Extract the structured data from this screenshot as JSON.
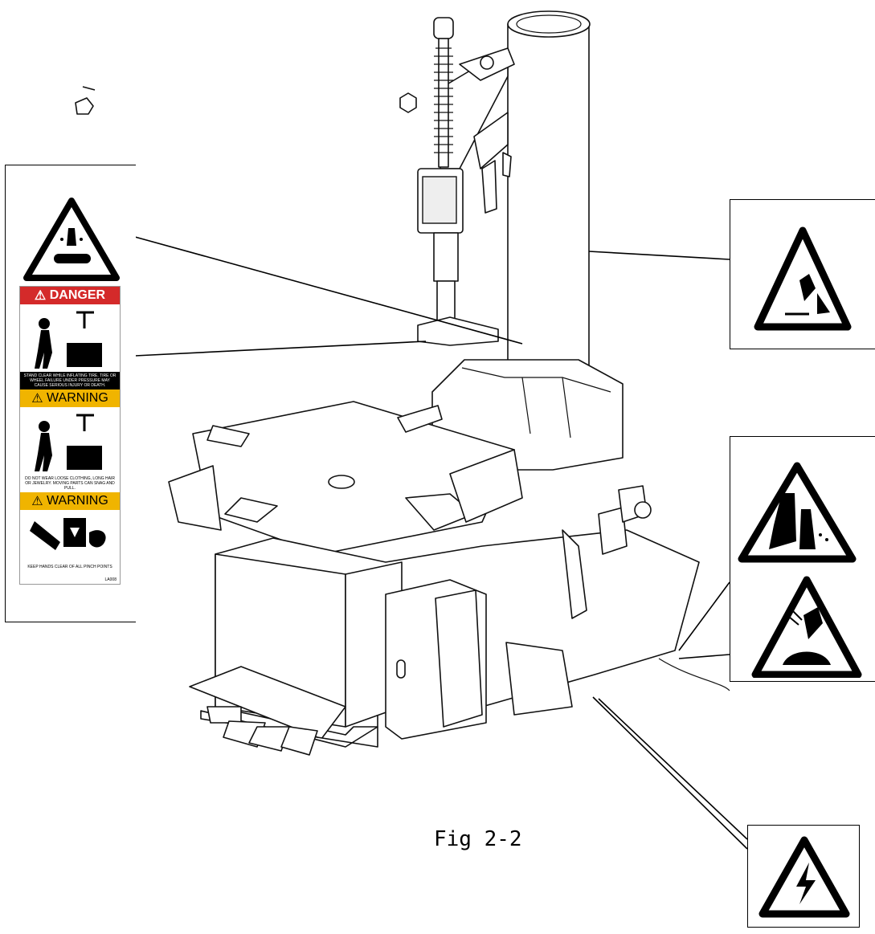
{
  "figure": {
    "caption": "Fig 2-2"
  },
  "left_label": {
    "icon": "crush-hazard-icon",
    "sections": [
      {
        "kind": "danger",
        "title": "DANGER",
        "text": "STAND CLEAR WHILE INFLATING TIRE. TIRE OR WHEEL FAILURE UNDER PRESSURE MAY CAUSE SERIOUS INJURY OR DEATH."
      },
      {
        "kind": "warning",
        "title": "WARNING",
        "text": "DO NOT WEAR LOOSE CLOTHING, LONG HAIR OR JEWELRY. MOVING PARTS CAN SNAG AND PULL."
      },
      {
        "kind": "warning",
        "title": "WARNING",
        "text": "KEEP HANDS CLEAR OF ALL PINCH POINTS"
      }
    ],
    "code": "LA008"
  },
  "right_labels": [
    {
      "icon": "falling-object-hazard-icon"
    },
    {
      "icon": "pinch-point-hazard-icon"
    },
    {
      "icon": "projectile-hazard-icon"
    },
    {
      "icon": "electrical-hazard-icon"
    }
  ],
  "colors": {
    "danger": "#d42a2a",
    "warning": "#f0b400",
    "line": "#000000"
  }
}
